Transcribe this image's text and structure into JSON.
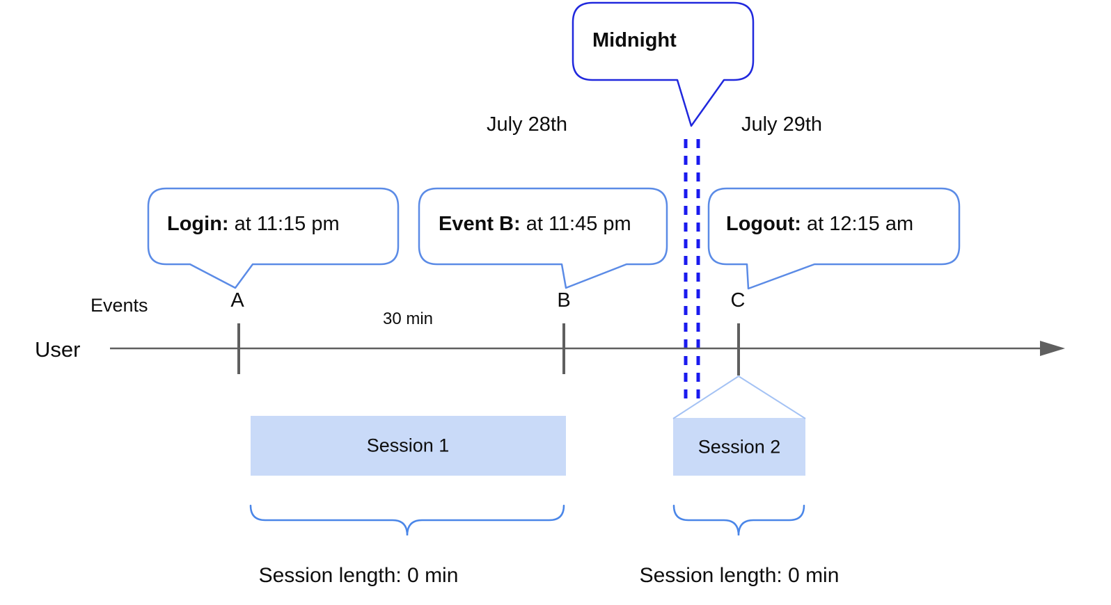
{
  "callouts": {
    "midnight": {
      "text": "Midnight"
    },
    "login": {
      "bold": "Login:",
      "rest": " at 11:15 pm"
    },
    "event_b": {
      "bold": "Event B:",
      "rest": " at 11:45 pm"
    },
    "logout": {
      "bold": "Logout:",
      "rest": " at 12:15 am"
    }
  },
  "dates": {
    "before_midnight": "July 28th",
    "after_midnight": "July 29th"
  },
  "timeline": {
    "row_label": "User",
    "events_label": "Events",
    "markers": [
      "A",
      "B",
      "C"
    ],
    "interval_label": "30 min"
  },
  "sessions": [
    {
      "label": "Session 1",
      "length": "Session length: 0 min"
    },
    {
      "label": "Session 2",
      "length": "Session length: 0 min"
    }
  ],
  "colors": {
    "callout-border": "#5b8be6",
    "midnight-border": "#2028dd",
    "dash-blue": "#1a1aee",
    "session-fill": "#c9daf8",
    "roof-line": "#a4c2f4",
    "brace-blue": "#4a86e8",
    "axis-gray": "#5f5f5f",
    "text-black": "#0d0d0d"
  }
}
